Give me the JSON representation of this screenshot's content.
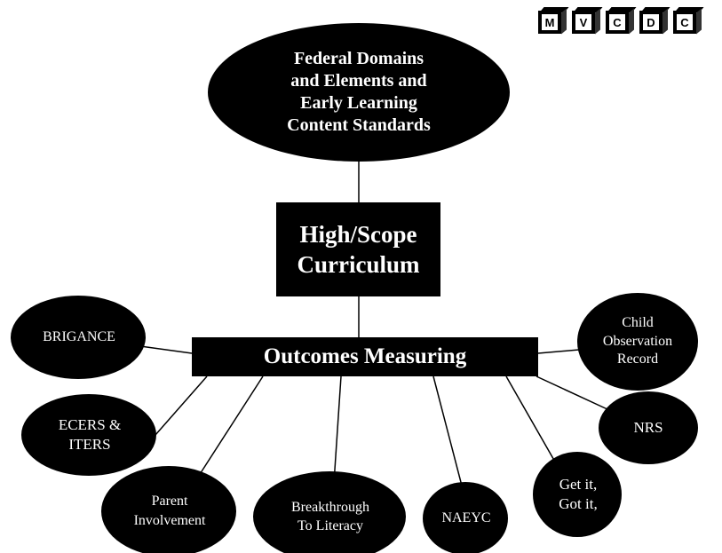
{
  "logo": {
    "letters": [
      "M",
      "V",
      "C",
      "D",
      "C"
    ]
  },
  "diagram": {
    "top_node": "Federal Domains\nand Elements and\nEarly Learning\nContent Standards",
    "middle_node": "High/Scope\nCurriculum",
    "hub_node": "Outcomes Measuring",
    "leaf_nodes": {
      "brigance": "BRIGANCE",
      "cor": "Child\nObservation\nRecord",
      "ecers": "ECERS &\nITERS",
      "nrs": "NRS",
      "parent": "Parent\nInvolvement",
      "breakthrough": "Breakthrough\nTo Literacy",
      "naeyc": "NAEYC",
      "getit": "Get it,\nGot it,"
    }
  }
}
